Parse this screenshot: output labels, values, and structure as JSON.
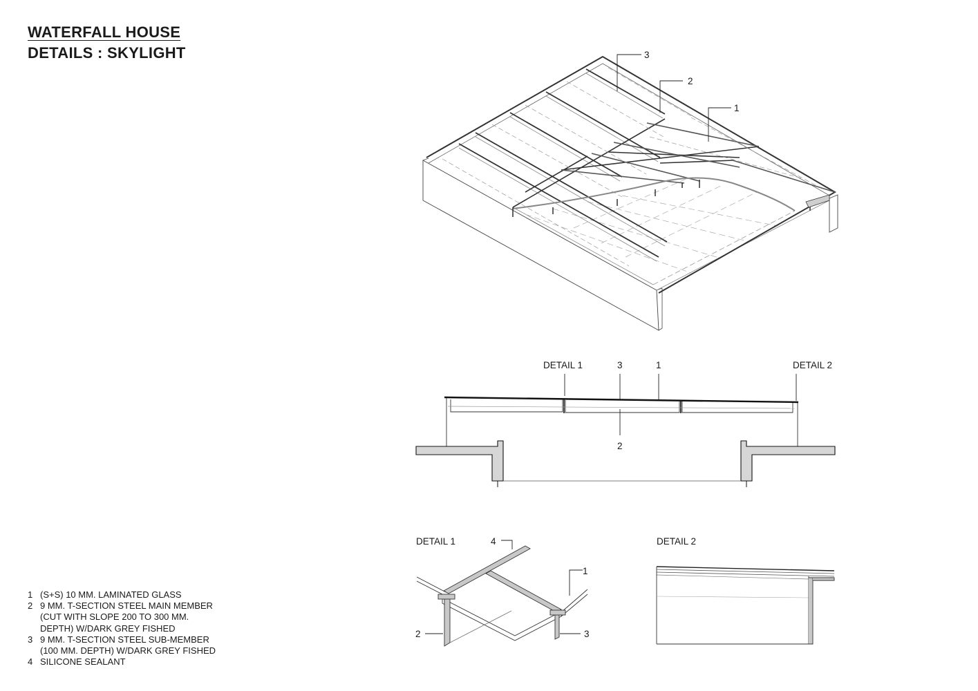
{
  "title": {
    "line1": "WATERFALL HOUSE",
    "line2": "DETAILS : SKYLIGHT"
  },
  "legend": [
    {
      "num": "1",
      "lines": [
        "(S+S) 10 MM. LAMINATED GLASS"
      ]
    },
    {
      "num": "2",
      "lines": [
        "9 MM. T-SECTION STEEL MAIN MEMBER",
        "(CUT WITH SLOPE 200 TO 300 MM.",
        "DEPTH) W/DARK GREY FISHED"
      ]
    },
    {
      "num": "3",
      "lines": [
        "9 MM. T-SECTION STEEL SUB-MEMBER",
        "(100 MM. DEPTH) W/DARK GREY FISHED"
      ]
    },
    {
      "num": "4",
      "lines": [
        "SILICONE SEALANT"
      ]
    }
  ],
  "isometric": {
    "callout_3": "3",
    "callout_2": "2",
    "callout_1": "1"
  },
  "section": {
    "detail1_label": "DETAIL 1",
    "callout_3": "3",
    "callout_1": "1",
    "detail2_label": "DETAIL 2",
    "callout_2": "2"
  },
  "detail1": {
    "label": "DETAIL 1",
    "callout_4": "4",
    "callout_1": "1",
    "callout_2": "2",
    "callout_3": "3"
  },
  "detail2": {
    "label": "DETAIL 2"
  }
}
